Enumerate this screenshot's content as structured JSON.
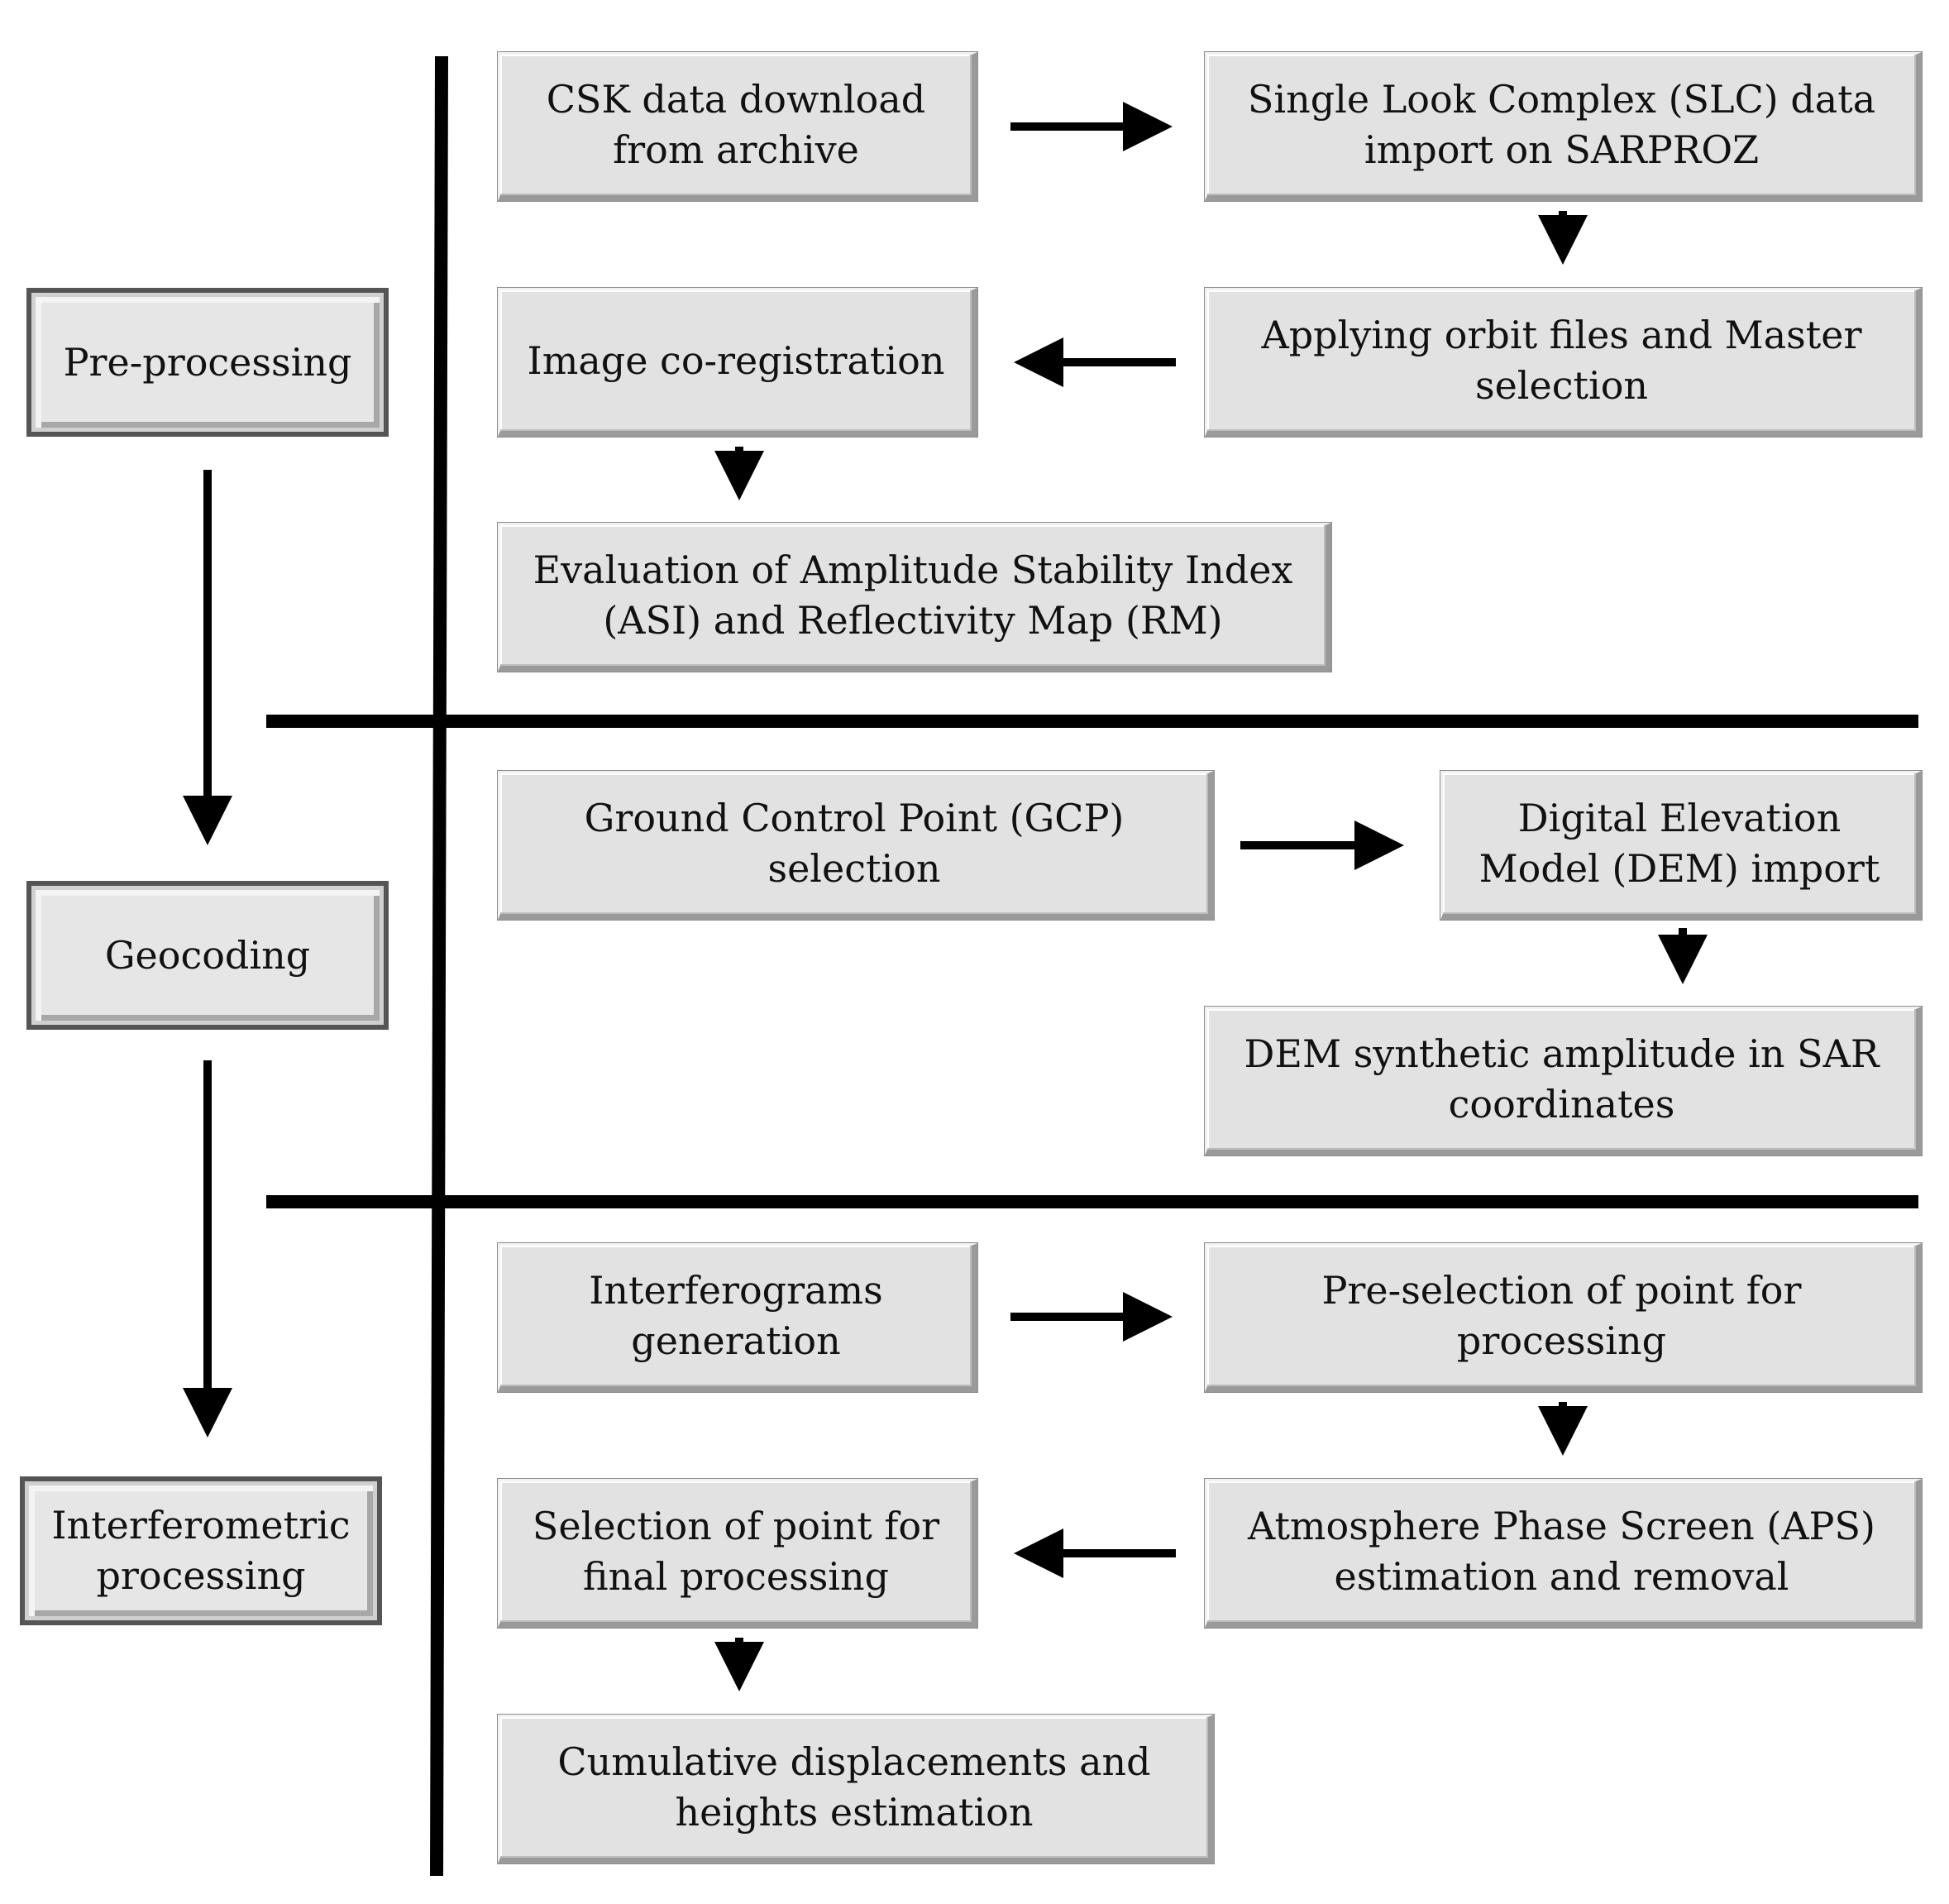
{
  "phases": {
    "preprocessing": "Pre-processing",
    "geocoding": "Geocoding",
    "interferometric": "Interferometric\nprocessing"
  },
  "steps": {
    "csk_download": "CSK data download\nfrom archive",
    "slc_import": "Single Look Complex (SLC) data\nimport on SARPROZ",
    "orbit_master": "Applying orbit files and Master\nselection",
    "coregistration": "Image co-registration",
    "asi_rm": "Evaluation of Amplitude Stability Index\n(ASI) and Reflectivity Map (RM)",
    "gcp_selection": "Ground Control Point (GCP)\nselection",
    "dem_import": "Digital Elevation\nModel (DEM) import",
    "dem_synthetic": "DEM synthetic amplitude in SAR\ncoordinates",
    "interferograms": "Interferograms\ngeneration",
    "preselection": "Pre-selection of point for\nprocessing",
    "aps": "Atmosphere Phase Screen (APS)\nestimation and removal",
    "final_selection": "Selection of point for\nfinal processing",
    "cumulative": "Cumulative displacements and\nheights estimation"
  }
}
